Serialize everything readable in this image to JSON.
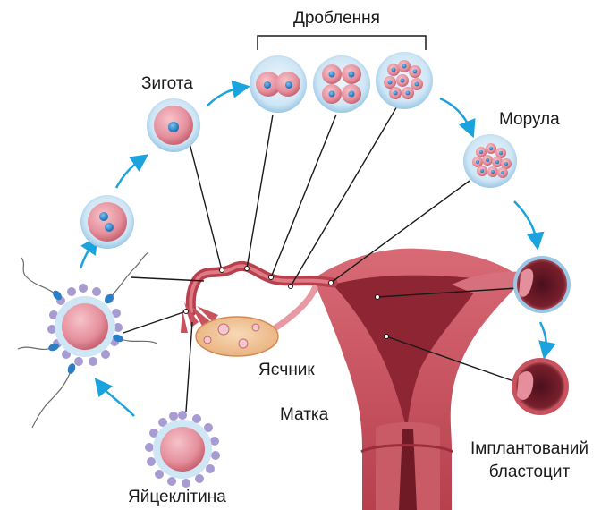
{
  "labels": {
    "cleavage": "Дроблення",
    "zygote": "Зигота",
    "morula": "Морула",
    "ovary": "Яєчник",
    "uterus": "Матка",
    "implanted_blastocyst_line1": "Імплантований",
    "implanted_blastocyst_line2": "бластоцит",
    "egg": "Яйцеклітина"
  },
  "colors": {
    "arrow": "#1aa3dc",
    "cell_halo": "#cfe6f5",
    "cell_body": "#e58f9c",
    "nucleus": "#2a7ec5",
    "tissue": "#c8535f",
    "tissue_dark": "#9b2e3a",
    "follicle": "#a89bd1",
    "line": "#1a1a1a"
  }
}
